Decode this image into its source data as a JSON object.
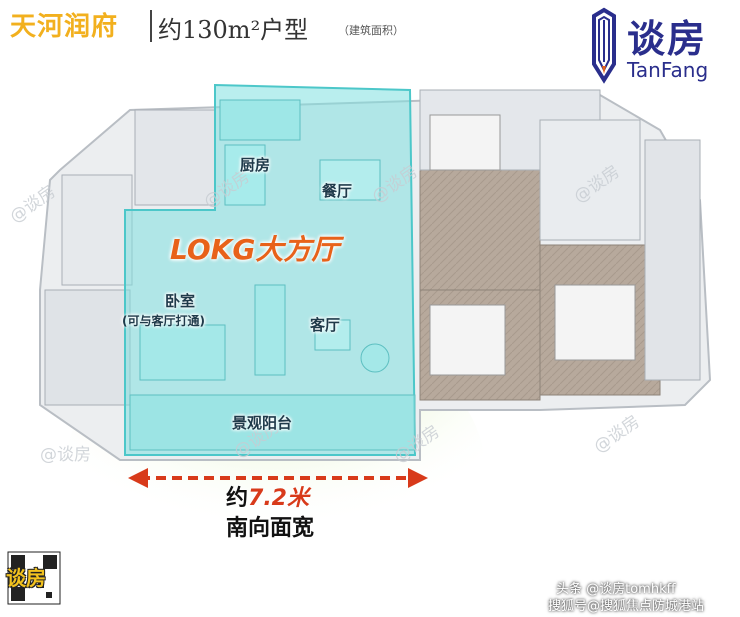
{
  "header": {
    "project_name": "天河润府",
    "unit_title": "约130m²户型",
    "unit_note": "（建筑面积）"
  },
  "logo": {
    "name_cn": "谈房",
    "name_en": "TanFang",
    "color": "#2a2e8c"
  },
  "rooms": {
    "kitchen": "厨房",
    "dining": "餐厅",
    "bedroom": "卧室",
    "bedroom_note": "(可与客厅打通)",
    "living": "客厅",
    "balcony": "景观阳台"
  },
  "highlight": {
    "title": "LOKG大方厅",
    "color": "#e8621a",
    "area_color": "#7fe0e0"
  },
  "frontage": {
    "prefix": "约",
    "value": "7.2米",
    "label": "南向面宽",
    "arrow_color": "#d83a1a"
  },
  "watermark": "@谈房",
  "qr_label": "谈房",
  "footer": {
    "source": "头条 @谈房tomhkff",
    "subtitle": "搜狐号@搜狐焦点防城港站"
  }
}
